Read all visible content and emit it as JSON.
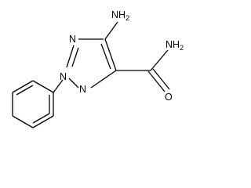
{
  "molecule": {
    "atoms": {
      "amine_n": "N",
      "amine_h": "H",
      "amine_h_count": "2",
      "amide_n": "N",
      "amide_h": "H",
      "amide_h_count": "2",
      "ring_n1": "N",
      "ring_n2": "N",
      "ring_n3": "N",
      "carbonyl_o": "O"
    }
  }
}
